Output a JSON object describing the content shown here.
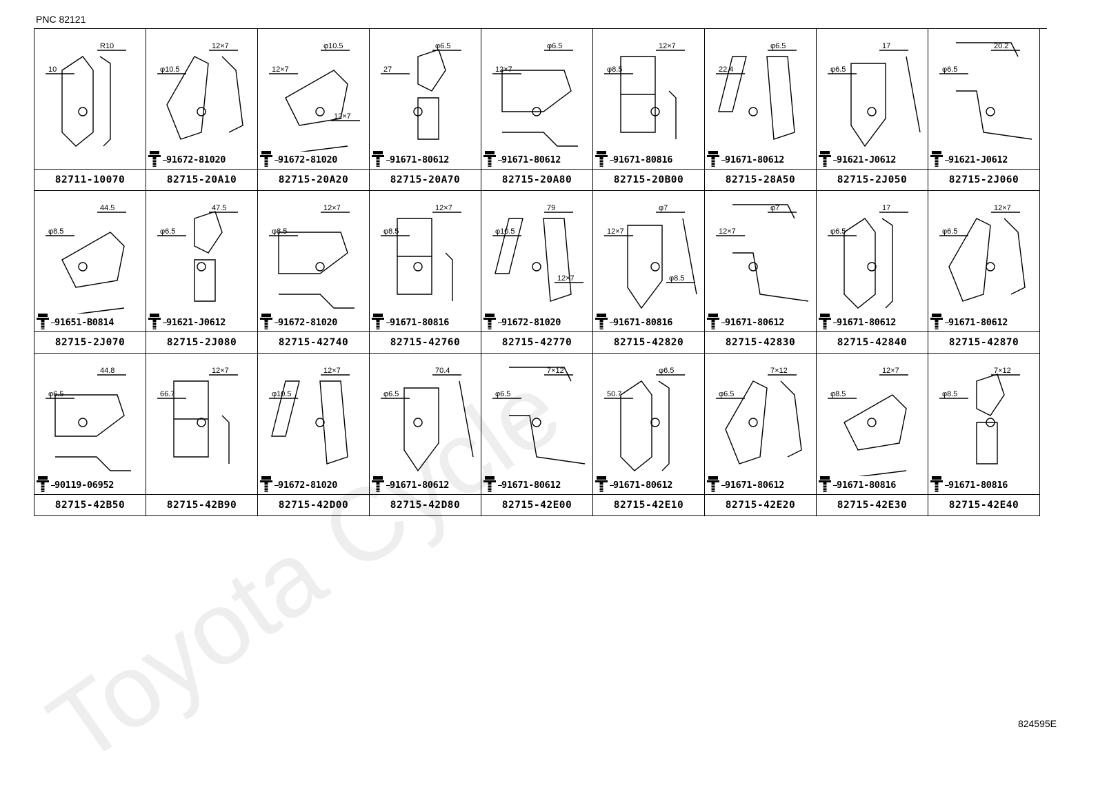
{
  "header": {
    "pnc": "PNC 82121"
  },
  "footer": {
    "ref": "824595E"
  },
  "watermark": "Toyota Cycle",
  "rows": [
    [
      {
        "pn": "82711-10070",
        "bolt": "",
        "dims": [
          "R10",
          "10"
        ]
      },
      {
        "pn": "82715-20A10",
        "bolt": "91672-81020",
        "dims": [
          "12×7",
          "φ10.5"
        ]
      },
      {
        "pn": "82715-20A20",
        "bolt": "91672-81020",
        "dims": [
          "φ10.5",
          "12×7",
          "12×7"
        ]
      },
      {
        "pn": "82715-20A70",
        "bolt": "91671-80612",
        "dims": [
          "φ6.5",
          "27"
        ]
      },
      {
        "pn": "82715-20A80",
        "bolt": "91671-80612",
        "dims": [
          "φ6.5",
          "12×7"
        ]
      },
      {
        "pn": "82715-20B00",
        "bolt": "91671-80816",
        "dims": [
          "12×7",
          "φ8.5"
        ]
      },
      {
        "pn": "82715-28A50",
        "bolt": "91671-80612",
        "dims": [
          "φ6.5",
          "22.4"
        ]
      },
      {
        "pn": "82715-2J050",
        "bolt": "91621-J0612",
        "dims": [
          "17",
          "φ6.5"
        ]
      },
      {
        "pn": "82715-2J060",
        "bolt": "91621-J0612",
        "dims": [
          "20.2",
          "φ6.5"
        ]
      }
    ],
    [
      {
        "pn": "82715-2J070",
        "bolt": "91651-B0814",
        "dims": [
          "44.5",
          "φ8.5"
        ]
      },
      {
        "pn": "82715-2J080",
        "bolt": "91621-J0612",
        "dims": [
          "47.5",
          "φ6.5"
        ]
      },
      {
        "pn": "82715-42740",
        "bolt": "91672-81020",
        "dims": [
          "12×7",
          "φ8.5"
        ]
      },
      {
        "pn": "82715-42760",
        "bolt": "91671-80816",
        "dims": [
          "12×7",
          "φ8.5"
        ]
      },
      {
        "pn": "82715-42770",
        "bolt": "91672-81020",
        "dims": [
          "79",
          "φ10.5",
          "12×7"
        ]
      },
      {
        "pn": "82715-42820",
        "bolt": "91671-80816",
        "dims": [
          "φ7",
          "12×7",
          "φ8.5"
        ]
      },
      {
        "pn": "82715-42830",
        "bolt": "91671-80612",
        "dims": [
          "φ7",
          "12×7"
        ]
      },
      {
        "pn": "82715-42840",
        "bolt": "91671-80612",
        "dims": [
          "17",
          "φ6.5"
        ]
      },
      {
        "pn": "82715-42870",
        "bolt": "91671-80612",
        "dims": [
          "12×7",
          "φ6.5"
        ]
      }
    ],
    [
      {
        "pn": "82715-42B50",
        "bolt": "90119-06952",
        "dims": [
          "44.8",
          "φ6.5"
        ]
      },
      {
        "pn": "82715-42B90",
        "bolt": "",
        "dims": [
          "12×7",
          "66.7"
        ]
      },
      {
        "pn": "82715-42D00",
        "bolt": "91672-81020",
        "dims": [
          "12×7",
          "φ10.5"
        ]
      },
      {
        "pn": "82715-42D80",
        "bolt": "91671-80612",
        "dims": [
          "70.4",
          "φ6.5"
        ]
      },
      {
        "pn": "82715-42E00",
        "bolt": "91671-80612",
        "dims": [
          "7×12",
          "φ6.5"
        ]
      },
      {
        "pn": "82715-42E10",
        "bolt": "91671-80612",
        "dims": [
          "φ6.5",
          "50.7"
        ]
      },
      {
        "pn": "82715-42E20",
        "bolt": "91671-80612",
        "dims": [
          "7×12",
          "φ6.5"
        ]
      },
      {
        "pn": "82715-42E30",
        "bolt": "91671-80816",
        "dims": [
          "12×7",
          "φ8.5"
        ]
      },
      {
        "pn": "82715-42E40",
        "bolt": "91671-80816",
        "dims": [
          "7×12",
          "φ8.5"
        ]
      }
    ]
  ]
}
